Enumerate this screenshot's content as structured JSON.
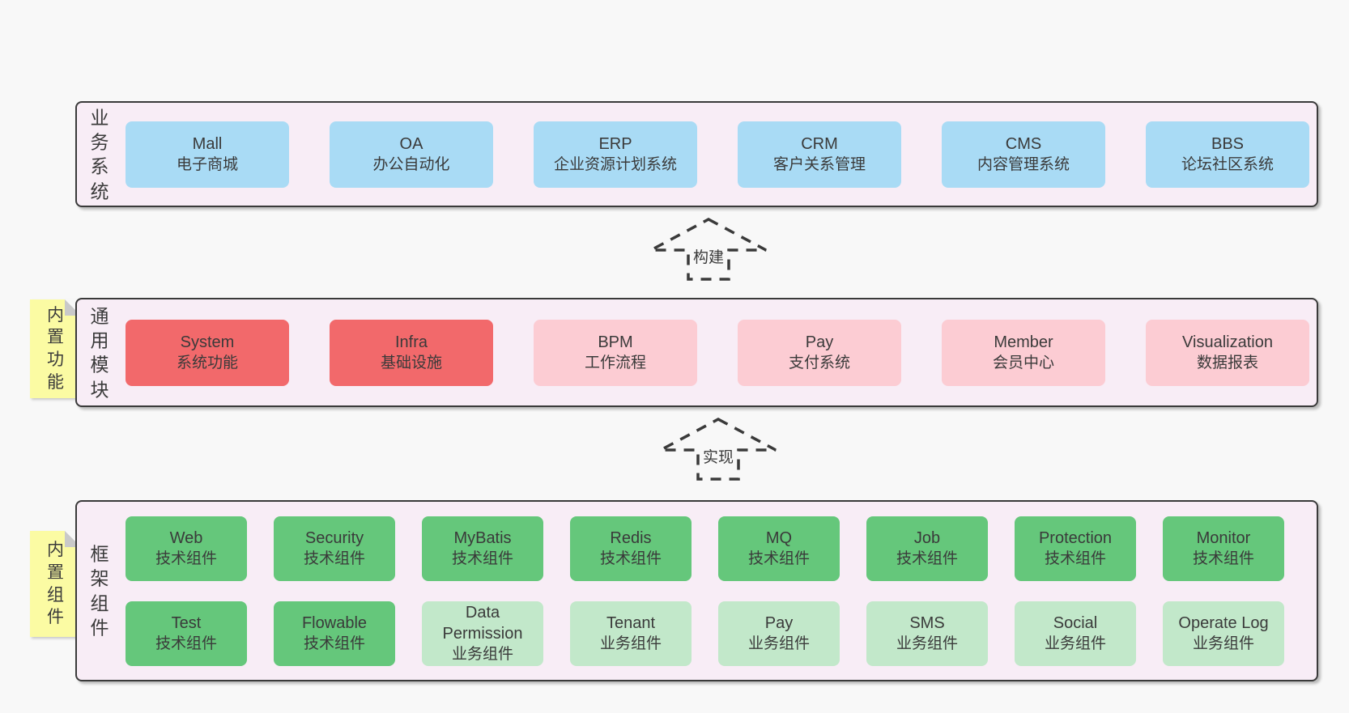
{
  "diagram": {
    "colors": {
      "page_bg": "#f8f8f8",
      "band_bg": "#f8edf6",
      "band_border": "#3a3a3a",
      "blue": "#a9dbf5",
      "red": "#f2696b",
      "pink": "#fcccd3",
      "green": "#65c77b",
      "light_green": "#c2e8ca",
      "sticky_yellow": "#fbfba3"
    },
    "arrows": [
      {
        "label": "构建"
      },
      {
        "label": "实现"
      }
    ],
    "bands": [
      {
        "label": "业务系统",
        "boxes": [
          {
            "name": "Mall",
            "desc": "电子商城",
            "variant": "blue"
          },
          {
            "name": "OA",
            "desc": "办公自动化",
            "variant": "blue"
          },
          {
            "name": "ERP",
            "desc": "企业资源计划系统",
            "variant": "blue"
          },
          {
            "name": "CRM",
            "desc": "客户关系管理",
            "variant": "blue"
          },
          {
            "name": "CMS",
            "desc": "内容管理系统",
            "variant": "blue"
          },
          {
            "name": "BBS",
            "desc": "论坛社区系统",
            "variant": "blue"
          }
        ]
      },
      {
        "label": "通用模块",
        "sticky": "内置功能",
        "boxes": [
          {
            "name": "System",
            "desc": "系统功能",
            "variant": "red"
          },
          {
            "name": "Infra",
            "desc": "基础设施",
            "variant": "red"
          },
          {
            "name": "BPM",
            "desc": "工作流程",
            "variant": "pink"
          },
          {
            "name": "Pay",
            "desc": "支付系统",
            "variant": "pink"
          },
          {
            "name": "Member",
            "desc": "会员中心",
            "variant": "pink"
          },
          {
            "name": "Visualization",
            "desc": "数据报表",
            "variant": "pink"
          }
        ]
      },
      {
        "label": "框架组件",
        "sticky": "内置组件",
        "rows": [
          {
            "boxes": [
              {
                "name": "Web",
                "desc": "技术组件",
                "variant": "green"
              },
              {
                "name": "Security",
                "desc": "技术组件",
                "variant": "green"
              },
              {
                "name": "MyBatis",
                "desc": "技术组件",
                "variant": "green"
              },
              {
                "name": "Redis",
                "desc": "技术组件",
                "variant": "green"
              },
              {
                "name": "MQ",
                "desc": "技术组件",
                "variant": "green"
              },
              {
                "name": "Job",
                "desc": "技术组件",
                "variant": "green"
              },
              {
                "name": "Protection",
                "desc": "技术组件",
                "variant": "green"
              },
              {
                "name": "Monitor",
                "desc": "技术组件",
                "variant": "green"
              }
            ]
          },
          {
            "boxes": [
              {
                "name": "Test",
                "desc": "技术组件",
                "variant": "green"
              },
              {
                "name": "Flowable",
                "desc": "技术组件",
                "variant": "green"
              },
              {
                "name": "Data Permission",
                "desc": "业务组件",
                "variant": "lightgreen"
              },
              {
                "name": "Tenant",
                "desc": "业务组件",
                "variant": "lightgreen"
              },
              {
                "name": "Pay",
                "desc": "业务组件",
                "variant": "lightgreen"
              },
              {
                "name": "SMS",
                "desc": "业务组件",
                "variant": "lightgreen"
              },
              {
                "name": "Social",
                "desc": "业务组件",
                "variant": "lightgreen"
              },
              {
                "name": "Operate Log",
                "desc": "业务组件",
                "variant": "lightgreen"
              }
            ]
          }
        ]
      }
    ]
  }
}
